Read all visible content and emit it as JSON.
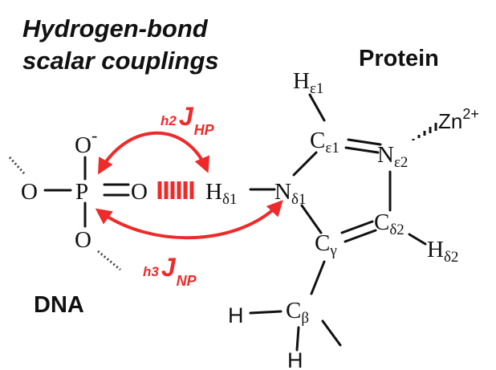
{
  "title": {
    "line1": "Hydrogen-bond",
    "line2": "scalar couplings"
  },
  "labels": {
    "protein": "Protein",
    "dna": "DNA"
  },
  "couplings": {
    "upper": {
      "superscript": "h2",
      "letter": "J",
      "subscript": "HP"
    },
    "lower": {
      "superscript": "h3",
      "letter": "J",
      "subscript": "NP"
    }
  },
  "atoms": {
    "o_minus": {
      "symbol": "O",
      "charge": "-"
    },
    "o_left": {
      "symbol": "O"
    },
    "p": {
      "symbol": "P"
    },
    "o_double": {
      "symbol": "O"
    },
    "o_lower": {
      "symbol": "O"
    },
    "h_delta1": {
      "symbol": "H",
      "sub": "δ1"
    },
    "n_delta1": {
      "symbol": "N",
      "sub": "δ1"
    },
    "h_eps1": {
      "symbol": "H",
      "sub": "ε1"
    },
    "c_eps1": {
      "symbol": "C",
      "sub": "ε1"
    },
    "n_eps2": {
      "symbol": "N",
      "sub": "ε2"
    },
    "zn": {
      "symbol": "Zn",
      "charge": "2+"
    },
    "c_delta2": {
      "symbol": "C",
      "sub": "δ2"
    },
    "h_delta2": {
      "symbol": "H",
      "sub": "δ2"
    },
    "c_gamma": {
      "symbol": "C",
      "sub": "γ"
    },
    "c_beta": {
      "symbol": "C",
      "sub": "β"
    },
    "h_left": {
      "symbol": "H"
    },
    "h_bottom": {
      "symbol": "H"
    }
  },
  "colors": {
    "accent": "#ee2a2a",
    "ink": "#111111",
    "dotted": "#555555"
  }
}
